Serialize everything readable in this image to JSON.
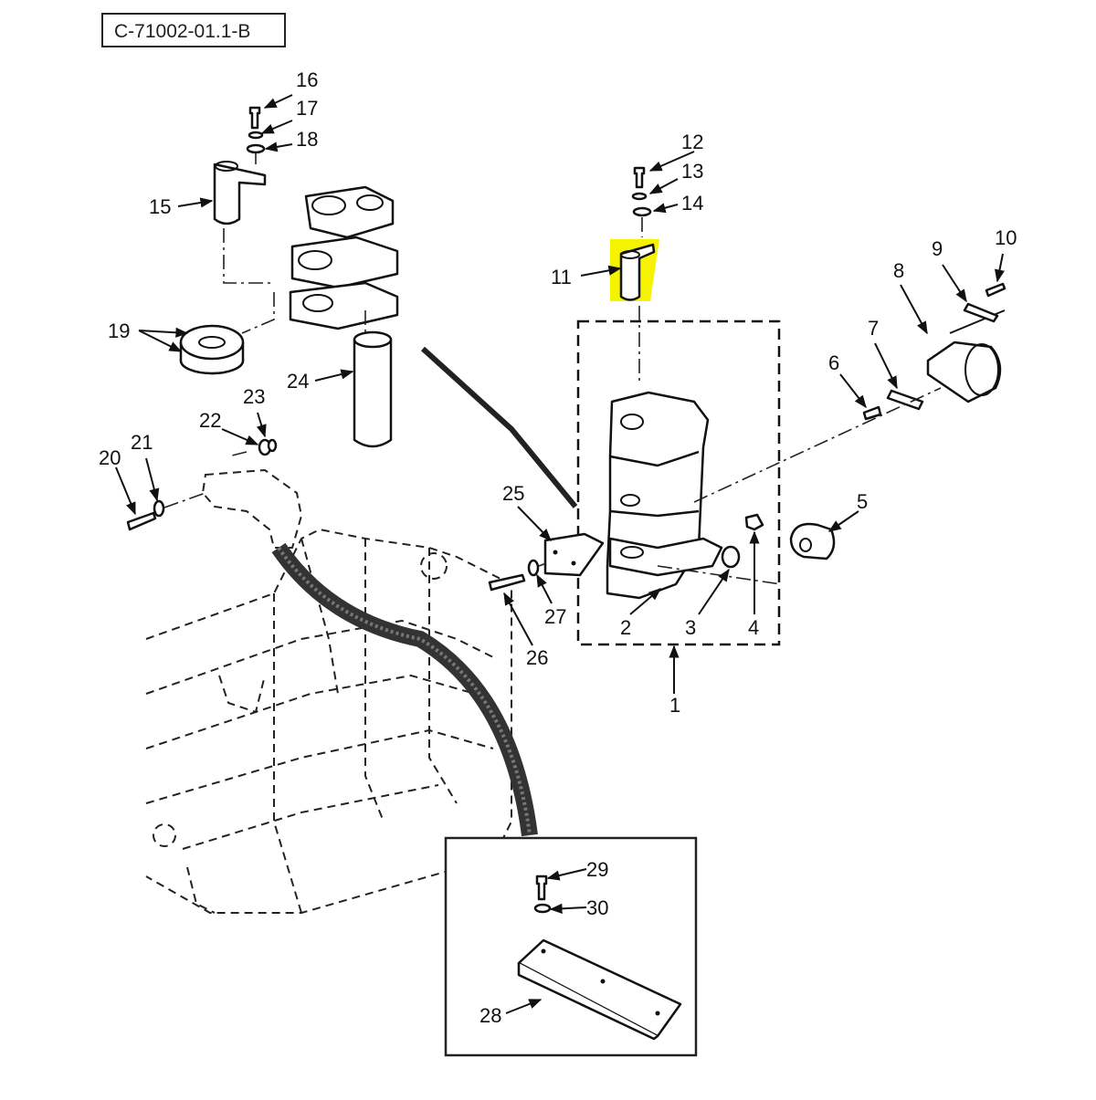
{
  "drawing_code": "C-71002-01.1-B",
  "highlight_color": "#f6f300",
  "callouts": [
    {
      "id": "1",
      "text": "1"
    },
    {
      "id": "2",
      "text": "2"
    },
    {
      "id": "3",
      "text": "3"
    },
    {
      "id": "4",
      "text": "4"
    },
    {
      "id": "5",
      "text": "5"
    },
    {
      "id": "6",
      "text": "6"
    },
    {
      "id": "7",
      "text": "7"
    },
    {
      "id": "8",
      "text": "8"
    },
    {
      "id": "9",
      "text": "9"
    },
    {
      "id": "10",
      "text": "10"
    },
    {
      "id": "11",
      "text": "11",
      "highlighted": true
    },
    {
      "id": "12",
      "text": "12"
    },
    {
      "id": "13",
      "text": "13"
    },
    {
      "id": "14",
      "text": "14"
    },
    {
      "id": "15",
      "text": "15"
    },
    {
      "id": "16",
      "text": "16"
    },
    {
      "id": "17",
      "text": "17"
    },
    {
      "id": "18",
      "text": "18"
    },
    {
      "id": "19",
      "text": "19"
    },
    {
      "id": "20",
      "text": "20"
    },
    {
      "id": "21",
      "text": "21"
    },
    {
      "id": "22",
      "text": "22"
    },
    {
      "id": "23",
      "text": "23"
    },
    {
      "id": "24",
      "text": "24"
    },
    {
      "id": "25",
      "text": "25"
    },
    {
      "id": "26",
      "text": "26"
    },
    {
      "id": "27",
      "text": "27"
    },
    {
      "id": "28",
      "text": "28"
    },
    {
      "id": "29",
      "text": "29"
    },
    {
      "id": "30",
      "text": "30"
    }
  ]
}
